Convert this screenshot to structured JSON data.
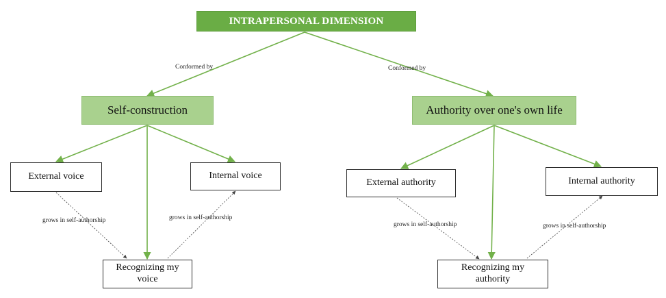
{
  "colors": {
    "title_fill": "#6aad45",
    "mid_fill": "#a9d18e",
    "edge_green": "#72b14a",
    "edge_dotted": "#555555"
  },
  "nodes": {
    "root": "INTRAPERSONAL DIMENSION",
    "self_construction": "Self-construction",
    "authority": "Authority over one's own life",
    "external_voice": "External voice",
    "internal_voice": "Internal voice",
    "recognizing_voice": "Recognizing my voice",
    "external_authority": "External authority",
    "internal_authority": "Internal authority",
    "recognizing_authority": "Recognizing my authority"
  },
  "edge_labels": {
    "conformed_left": "Conformed by",
    "conformed_right": "Conformed by",
    "grows_1": "grows in self-authorship",
    "grows_2": "grows in self-authorship",
    "grows_3": "grows in self-authorship",
    "grows_4": "grows in self-authorship"
  }
}
